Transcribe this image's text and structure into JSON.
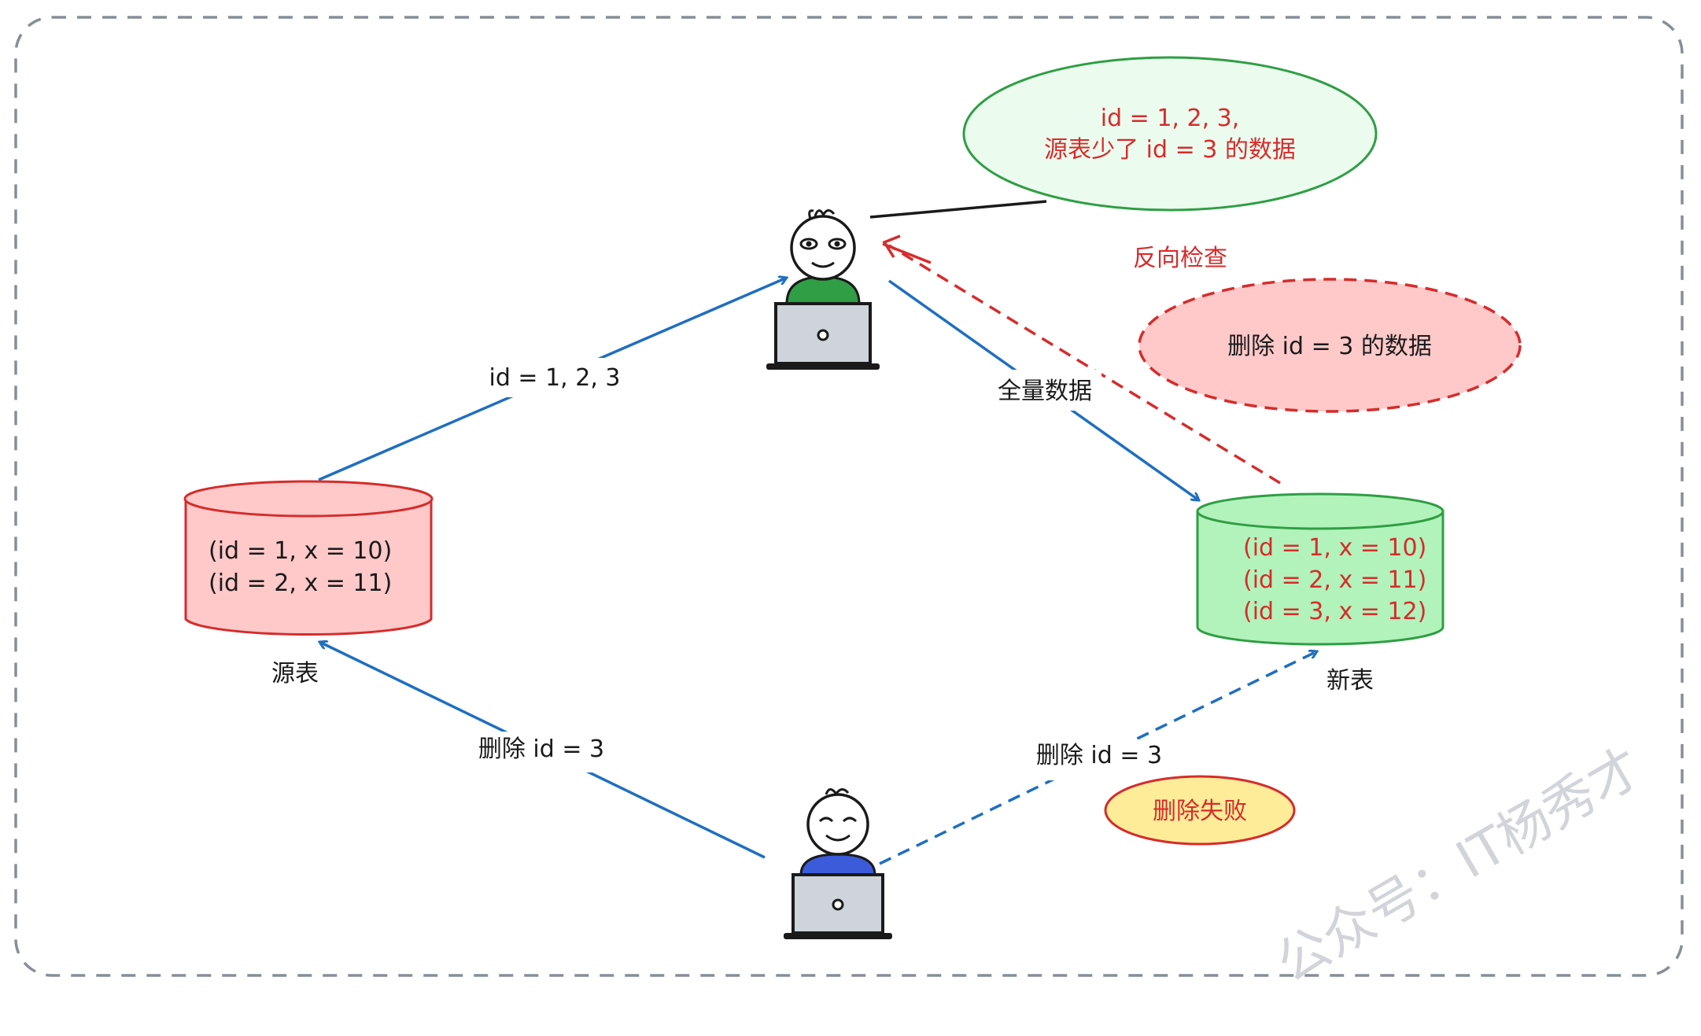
{
  "bubble_top": {
    "line1": "id = 1, 2, 3,",
    "line2": "源表少了 id = 3 的数据"
  },
  "reverse_check_label": "反向检查",
  "delete_bubble_label": "删除 id = 3 的数据",
  "edge_src_to_worker": "id = 1, 2, 3",
  "edge_worker_to_new": "全量数据",
  "edge_user_to_src": "删除 id = 3",
  "edge_user_to_new": "删除 id = 3",
  "delete_failed_label": "删除失败",
  "source_table": {
    "name": "源表",
    "rows": [
      "(id = 1, x = 10)",
      "(id = 2, x = 11)"
    ]
  },
  "new_table": {
    "name": "新表",
    "rows": [
      "(id = 1, x = 10)",
      "(id = 2, x = 11)",
      "(id = 3, x = 12)"
    ]
  },
  "watermark": "公众号：IT杨秀才",
  "colors": {
    "blue_arrow": "#1f6fbf",
    "red": "#d62c2c",
    "red_fill": "#ffc9c9",
    "green": "#2f9e44",
    "green_fill": "#b2f2bb",
    "green_bubble_fill": "#ebfbee",
    "yellow_fill": "#ffec99",
    "frame": "#868e96"
  }
}
